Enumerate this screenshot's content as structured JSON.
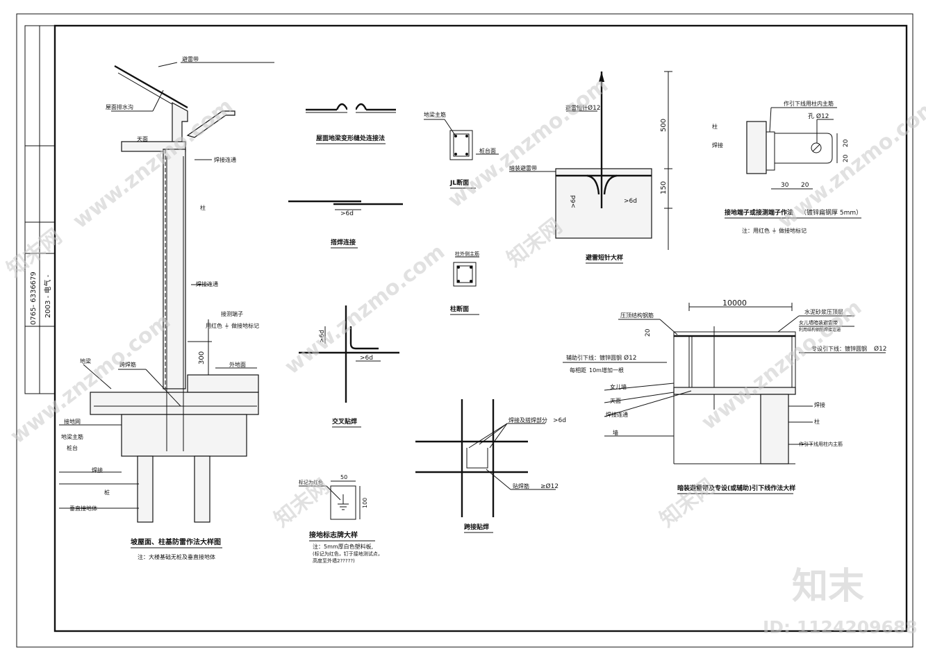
{
  "title_block": {
    "phone": "0765- 6336679",
    "drawing_no": "2003 - 电气 -"
  },
  "details": {
    "foundation": {
      "title": "坡屋面、柱基防雷作法大样图",
      "note": "注：大楼基础无桩及垂直接地体",
      "labels": {
        "lightning_strip": "避雷带",
        "roof_drain": "屋面排水沟",
        "roof": "天面",
        "weld_through": "焊接连通",
        "column": "柱",
        "weld_through2": "焊接连通",
        "test_terminal": "接测端子",
        "red_mark": "用红色 ⏚ 做接地标记",
        "dim_300": "300",
        "ground": "地梁",
        "outdoor_ground": "外地面",
        "grounding_net": "接地网",
        "ground_beam_rebar": "地梁主筋",
        "pile_cap": "桩台",
        "weld": "焊接",
        "pile": "桩",
        "vertical_electrode": "垂直接地体",
        "cross_weld": "跨焊筋"
      }
    },
    "expansion_joint": {
      "title": "屋面地梁变形缝处连接法"
    },
    "lap_weld": {
      "title": "搭焊连接",
      "dim": ">6d"
    },
    "jl_section": {
      "title": "JL断面",
      "label_rebar": "地梁主筋",
      "label_pile": "桩台面"
    },
    "column_section": {
      "title": "柱断面",
      "label": "柱外侧主筋"
    },
    "cross_weld": {
      "title": "交叉贴焊",
      "dim1": ">6d",
      "dim2": ">6d"
    },
    "ground_sign": {
      "title": "接地标志牌大样",
      "label": "标记为红色",
      "dim_w": "50",
      "dim_h": "100",
      "note1": "注：5mm厚白色塑料板,",
      "note2": "(标记为红色，钉于接地测试点，",
      "note3": "高度至外墙2?????)"
    },
    "rebar_weld": {
      "title": "跨接贴焊",
      "label1": "焊接及搭焊部分",
      "label1_dim": ">6d",
      "label2": "贴焊筋",
      "label2_dim": "≥Ø12"
    },
    "lightning_rod": {
      "title": "避雷短针大样",
      "label1": "避雷短针",
      "label1_size": "Ø12",
      "label2": "暗装避雷带",
      "dim_500": "500",
      "dim_150": "150",
      "dim_6d_1": ">6d",
      "dim_6d_2": ">6d"
    },
    "terminal": {
      "title": "接地端子或接测端子作法",
      "title_note": "（镀锌扁钢厚   5mm）",
      "note": "注：用红色 ⏚ 做接地标记",
      "label_down": "作引下线用柱内主筋",
      "label_column": "柱",
      "label_weld": "焊接",
      "label_hole": "孔 Ø12",
      "dim_30": "30",
      "dim_20": "20",
      "dim_20a": "20",
      "dim_20b": "20"
    },
    "parapet": {
      "title": "暗装避雷带及专设(或辅助)引下线作法大样",
      "dim_10000": "10000",
      "dim_20": "20",
      "label_cement": "水泥砂浆压顶层",
      "label_parapet_band": "女儿墙暗装避雷带",
      "label_parapet_band2": "利用结构钢筋焊接连通",
      "label_press": "压顶结构钢筋",
      "label_aux": "辅助引下线：镀锌圆钢",
      "label_aux_size": "Ø12",
      "label_every": "每相距",
      "label_every2": "10m增加一根",
      "label_special": "专设引下线：镀锌圆钢",
      "label_special_size": "Ø12",
      "label_parapet": "女儿墙",
      "label_roof": "天面",
      "label_weld_thru": "焊接连通",
      "label_wall": "墙",
      "label_weld": "焊接",
      "label_column": "柱",
      "label_down": "作引下线用柱内主筋"
    }
  },
  "watermarks": {
    "site": "www.znzmo.com",
    "brand": "知末网",
    "logo": "知末",
    "id": "ID: 1124209688"
  }
}
